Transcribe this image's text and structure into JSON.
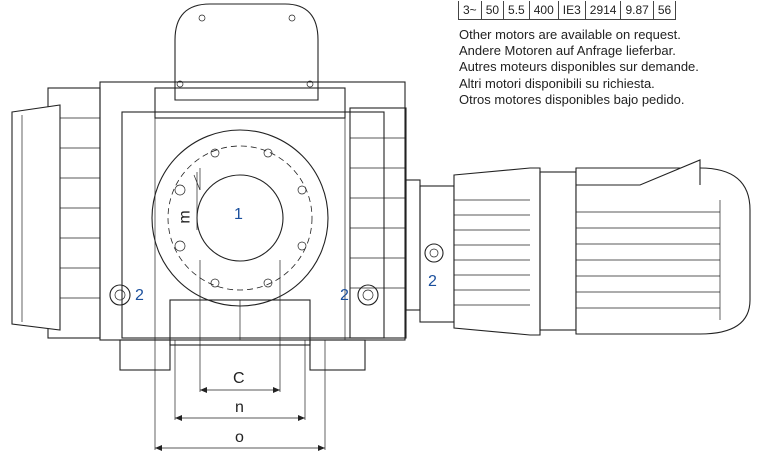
{
  "spec_table": {
    "cells": [
      "3~",
      "50",
      "5.5",
      "400",
      "IE3",
      "2914",
      "9.87",
      "56"
    ]
  },
  "notes": [
    "Other motors are available on request.",
    "Andere Motoren auf Anfrage lieferbar.",
    "Autres moteurs disponibles sur demande.",
    "Altri motori disponibili su richiesta.",
    "Otros motores disponibles bajo pedido."
  ],
  "labels": {
    "center": "1",
    "mount_left": "2",
    "mount_right": "2",
    "mount_motor": "2",
    "dim_m": "m",
    "dim_c": "C",
    "dim_n": "n",
    "dim_o": "o"
  },
  "colors": {
    "label": "#1a4f9c",
    "line": "#222222"
  }
}
